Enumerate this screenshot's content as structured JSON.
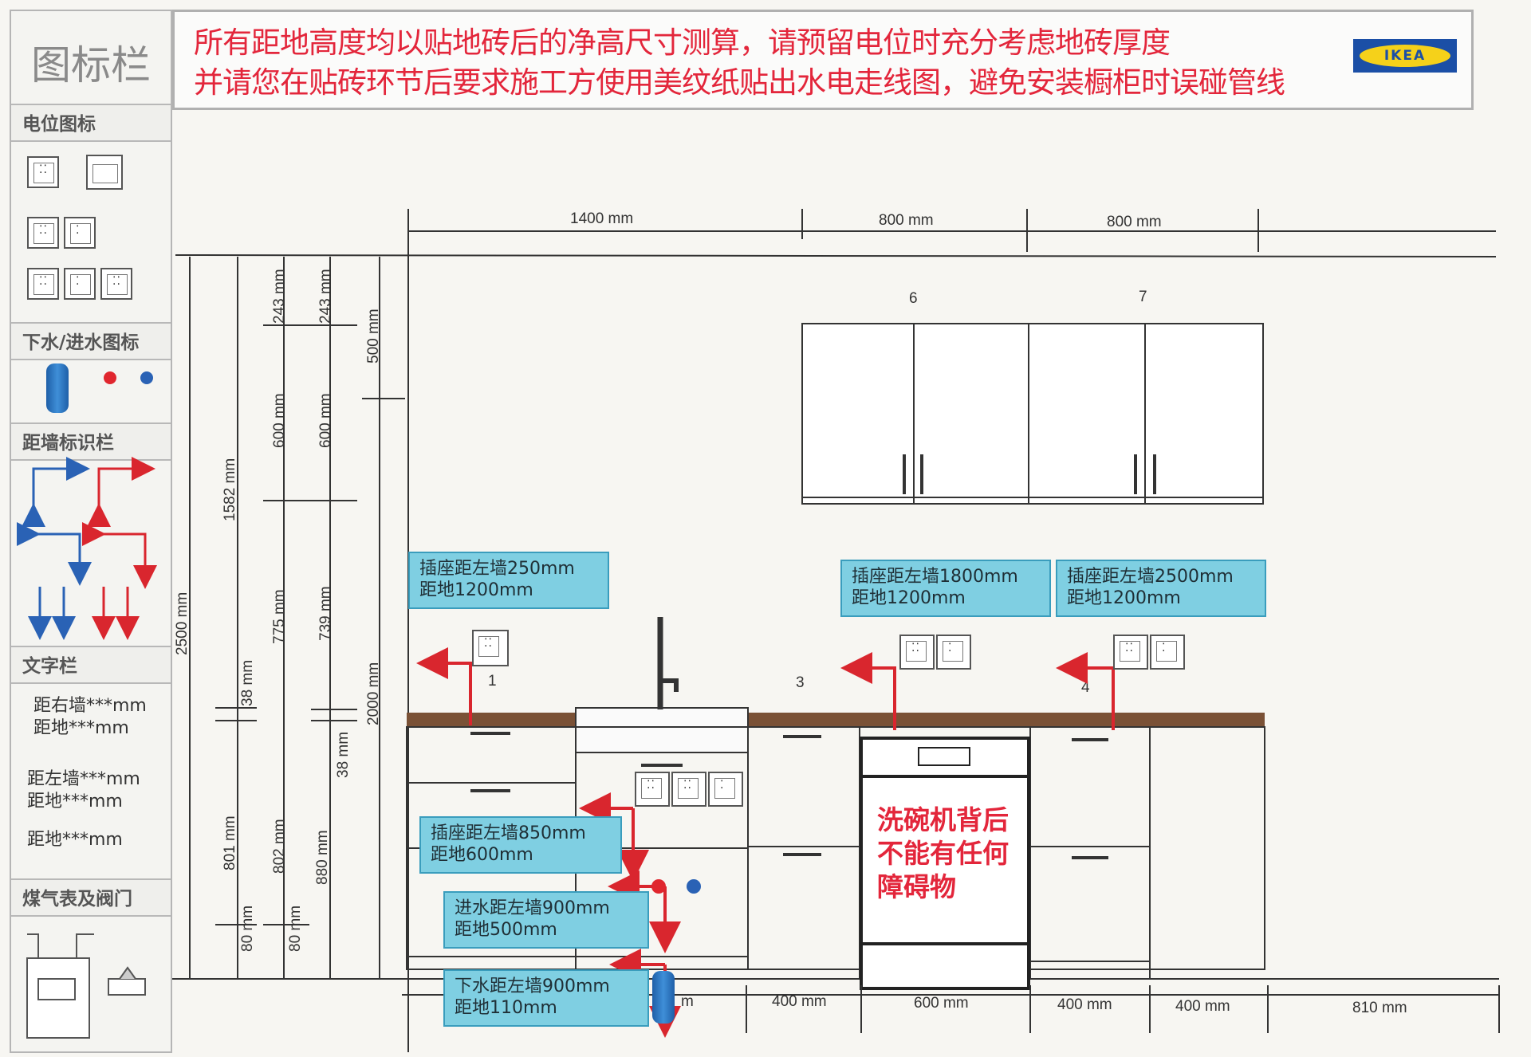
{
  "legend": {
    "title": "图标栏",
    "sections": {
      "electric": "电位图标",
      "water": "下水/进水图标",
      "wall_distance": "距墙标识栏",
      "text": "文字栏",
      "gas": "煤气表及阀门"
    },
    "text_samples": [
      [
        "距右墙***mm",
        "距地***mm"
      ],
      [
        "距左墙***mm",
        "距地***mm"
      ],
      [
        "距地***mm"
      ]
    ]
  },
  "header": {
    "line1": "所有距地高度均以贴地砖后的净高尺寸测算，请预留电位时充分考虑地砖厚度",
    "line2": "并请您在贴砖环节后要求施工方使用美纹纸贴出水电走线图，避免安装橱柜时误碰管线",
    "brand": "IKEA"
  },
  "colors": {
    "header_text": "#e3263b",
    "callout_fill": "#7fcfe2",
    "arrow_red": "#d9262e",
    "arrow_blue": "#2a62b5",
    "countertop": "#7a5136"
  },
  "top_dims": [
    "1400 mm",
    "800 mm",
    "800 mm"
  ],
  "bottom_dims": [
    "m",
    "400 mm",
    "600 mm",
    "400 mm",
    "400 mm",
    "810 mm"
  ],
  "vertical_dims": {
    "total": "2500 mm",
    "a": "1582 mm",
    "b": "38 mm",
    "c": "801 mm",
    "d": "80 mm",
    "e": "243 mm",
    "f": "600 mm",
    "g": "775 mm",
    "h": "802 mm",
    "i": "80 mm",
    "j": "243 mm",
    "k": "600 mm",
    "l": "739 mm",
    "m": "880 mm",
    "n": "500 mm",
    "o": "2000 mm",
    "p": "38 mm"
  },
  "cabinet_numbers": [
    "6",
    "7",
    "1",
    "3",
    "4"
  ],
  "callouts": {
    "c1": [
      "插座距左墙250mm",
      "距地1200mm"
    ],
    "c2": [
      "插座距左墙1800mm",
      "距地1200mm"
    ],
    "c3": [
      "插座距左墙2500mm",
      "距地1200mm"
    ],
    "c4": [
      "插座距左墙850mm",
      "距地600mm"
    ],
    "c5": [
      "进水距左墙900mm",
      "距地500mm"
    ],
    "c6": [
      "下水距左墙900mm",
      "距地110mm"
    ]
  },
  "warning": [
    "洗碗机背后",
    "不能有任何",
    "障碍物"
  ]
}
